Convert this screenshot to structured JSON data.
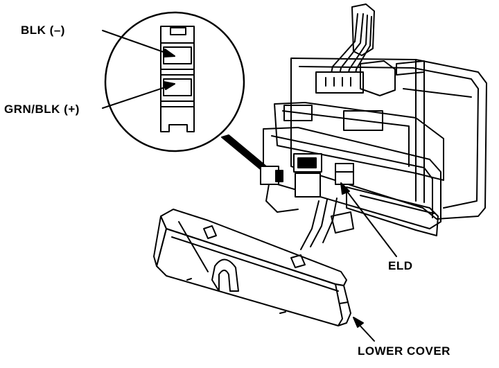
{
  "labels": {
    "blk_negative": "BLK (–)",
    "grn_blk_positive": "GRN/BLK (+)",
    "eld": "ELD",
    "lower_cover": "LOWER COVER"
  },
  "colors": {
    "ink": "#000000",
    "paper": "#ffffff"
  }
}
